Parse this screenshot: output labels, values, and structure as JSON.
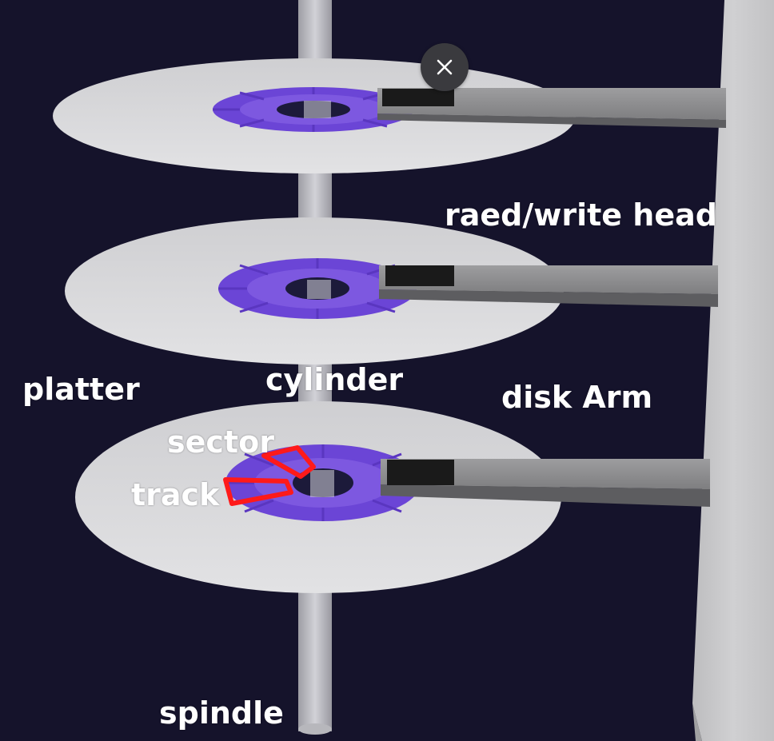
{
  "labels": {
    "read_write_head": "raed/write head",
    "platter": "platter",
    "cylinder": "cylinder",
    "disk_arm": "disk Arm",
    "sector": "sector",
    "track": "track",
    "spindle": "spindle"
  },
  "icons": {
    "close": "close-icon"
  },
  "colors": {
    "background": "#15132b",
    "platter": "#d3d3d6",
    "track_band": "#6b45d6",
    "highlight": "#ff1a1a",
    "arm": "#8f8f91",
    "head": "#1a1a1a",
    "spindle": "#cfcfd3"
  }
}
